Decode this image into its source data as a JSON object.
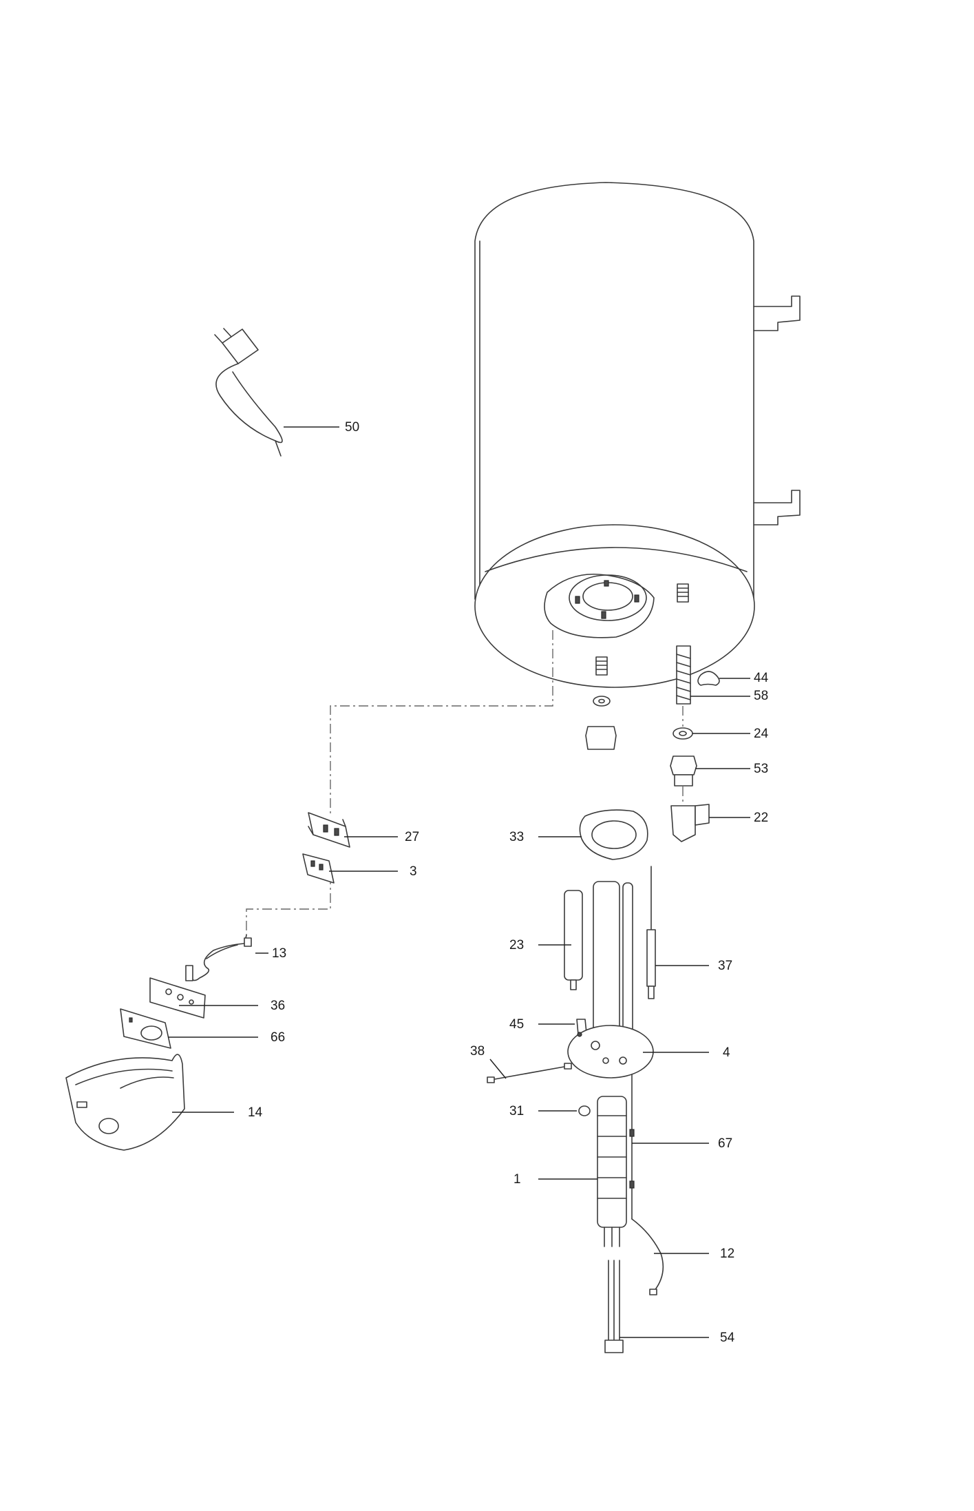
{
  "diagram": {
    "callouts": [
      {
        "id": "50",
        "label": "50"
      },
      {
        "id": "44",
        "label": "44"
      },
      {
        "id": "58",
        "label": "58"
      },
      {
        "id": "24",
        "label": "24"
      },
      {
        "id": "53",
        "label": "53"
      },
      {
        "id": "22",
        "label": "22"
      },
      {
        "id": "27",
        "label": "27"
      },
      {
        "id": "33",
        "label": "33"
      },
      {
        "id": "3",
        "label": "3"
      },
      {
        "id": "13",
        "label": "13"
      },
      {
        "id": "23",
        "label": "23"
      },
      {
        "id": "37",
        "label": "37"
      },
      {
        "id": "36",
        "label": "36"
      },
      {
        "id": "45",
        "label": "45"
      },
      {
        "id": "66",
        "label": "66"
      },
      {
        "id": "38",
        "label": "38"
      },
      {
        "id": "4",
        "label": "4"
      },
      {
        "id": "14",
        "label": "14"
      },
      {
        "id": "31",
        "label": "31"
      },
      {
        "id": "67",
        "label": "67"
      },
      {
        "id": "1",
        "label": "1"
      },
      {
        "id": "12",
        "label": "12"
      },
      {
        "id": "54",
        "label": "54"
      }
    ]
  }
}
